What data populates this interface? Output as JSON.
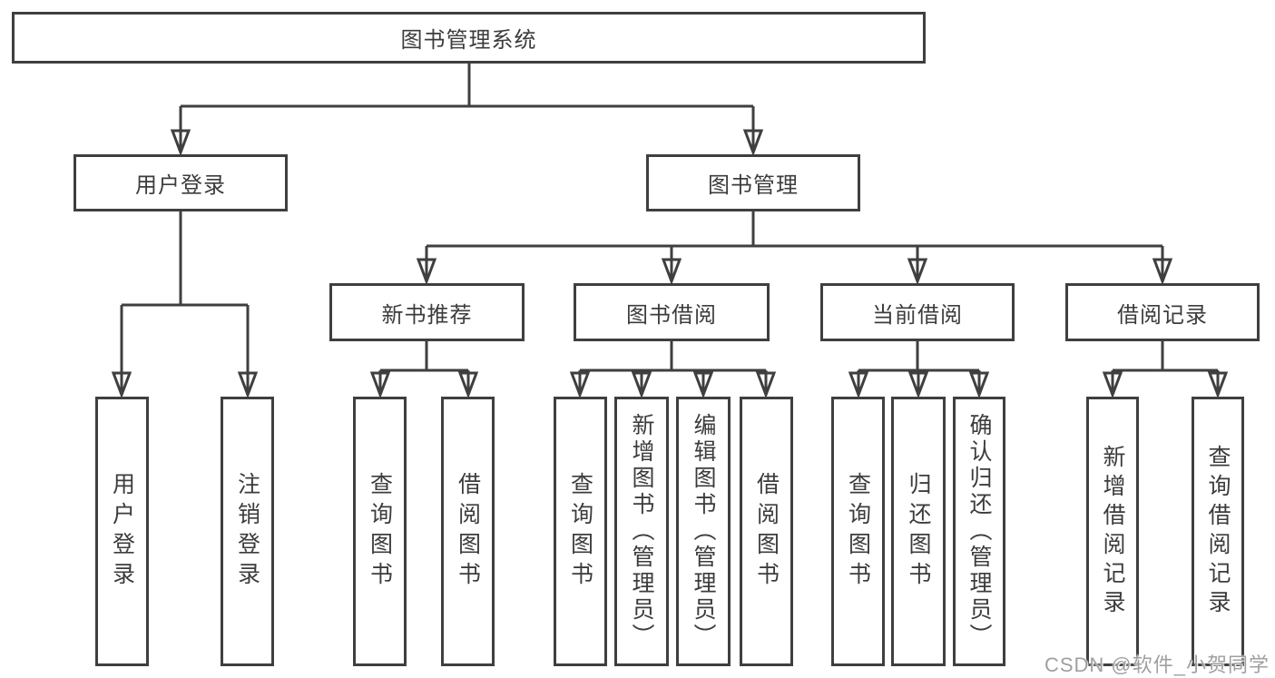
{
  "tree": {
    "label": "图书管理系统",
    "children": [
      {
        "label": "用户登录",
        "children": [
          {
            "label": "用户登录"
          },
          {
            "label": "注销登录"
          }
        ]
      },
      {
        "label": "图书管理",
        "children": [
          {
            "label": "新书推荐",
            "children": [
              {
                "label": "查询图书"
              },
              {
                "label": "借阅图书"
              }
            ]
          },
          {
            "label": "图书借阅",
            "children": [
              {
                "label": "查询图书"
              },
              {
                "label": "新增图书（管理员）"
              },
              {
                "label": "编辑图书（管理员）"
              },
              {
                "label": "借阅图书"
              }
            ]
          },
          {
            "label": "当前借阅",
            "children": [
              {
                "label": "查询图书"
              },
              {
                "label": "归还图书"
              },
              {
                "label": "确认归还（管理员）"
              }
            ]
          },
          {
            "label": "借阅记录",
            "children": [
              {
                "label": "新增借阅记录"
              },
              {
                "label": "查询借阅记录"
              }
            ]
          }
        ]
      }
    ]
  },
  "watermark": {
    "text": "CSDN @软件_小贺同学"
  },
  "colors": {
    "line": "#3f3f3f",
    "text": "#3c3c3c",
    "box_background": "#ffffff",
    "watermark": "#a0a0a0",
    "page_background": "#ffffff"
  }
}
